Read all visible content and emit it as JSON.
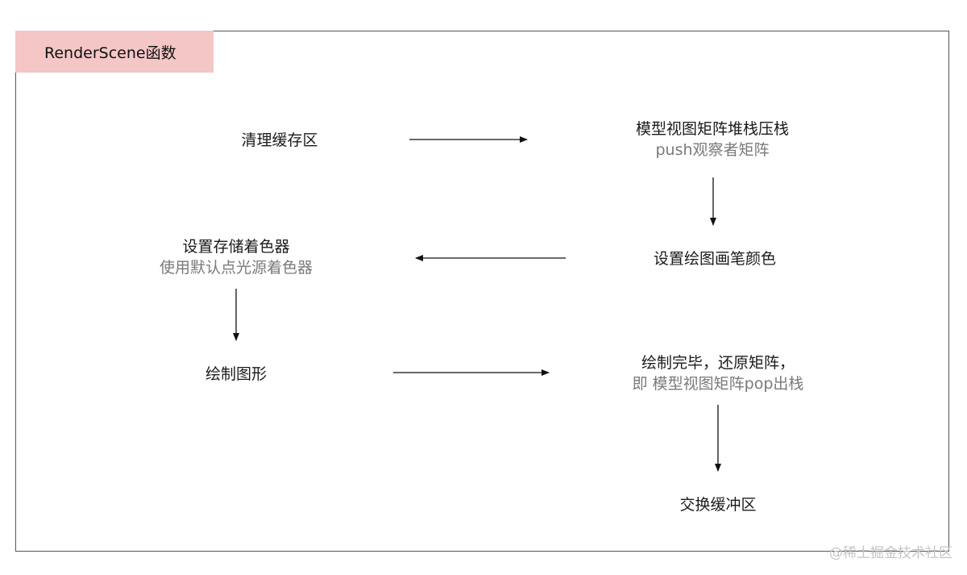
{
  "title": "RenderScene函数",
  "nodes": {
    "clear_buffer": {
      "main": "清理缓存区"
    },
    "matrix_push": {
      "main": "模型视图矩阵堆栈压栈",
      "sub": "push观察者矩阵"
    },
    "set_color": {
      "main": "设置绘图画笔颜色"
    },
    "set_shader": {
      "main": "设置存储着色器",
      "sub": "使用默认点光源着色器"
    },
    "draw_shape": {
      "main": "绘制图形"
    },
    "restore_matrix": {
      "main": "绘制完毕，还原矩阵，",
      "sub": "即 模型视图矩阵pop出栈"
    },
    "swap_buffer": {
      "main": "交换缓冲区"
    }
  },
  "edges": [
    {
      "from": "clear_buffer",
      "to": "matrix_push"
    },
    {
      "from": "matrix_push",
      "to": "set_color"
    },
    {
      "from": "set_color",
      "to": "set_shader"
    },
    {
      "from": "set_shader",
      "to": "draw_shape"
    },
    {
      "from": "draw_shape",
      "to": "restore_matrix"
    },
    {
      "from": "restore_matrix",
      "to": "swap_buffer"
    }
  ],
  "watermark": "@稀土掘金技术社区"
}
